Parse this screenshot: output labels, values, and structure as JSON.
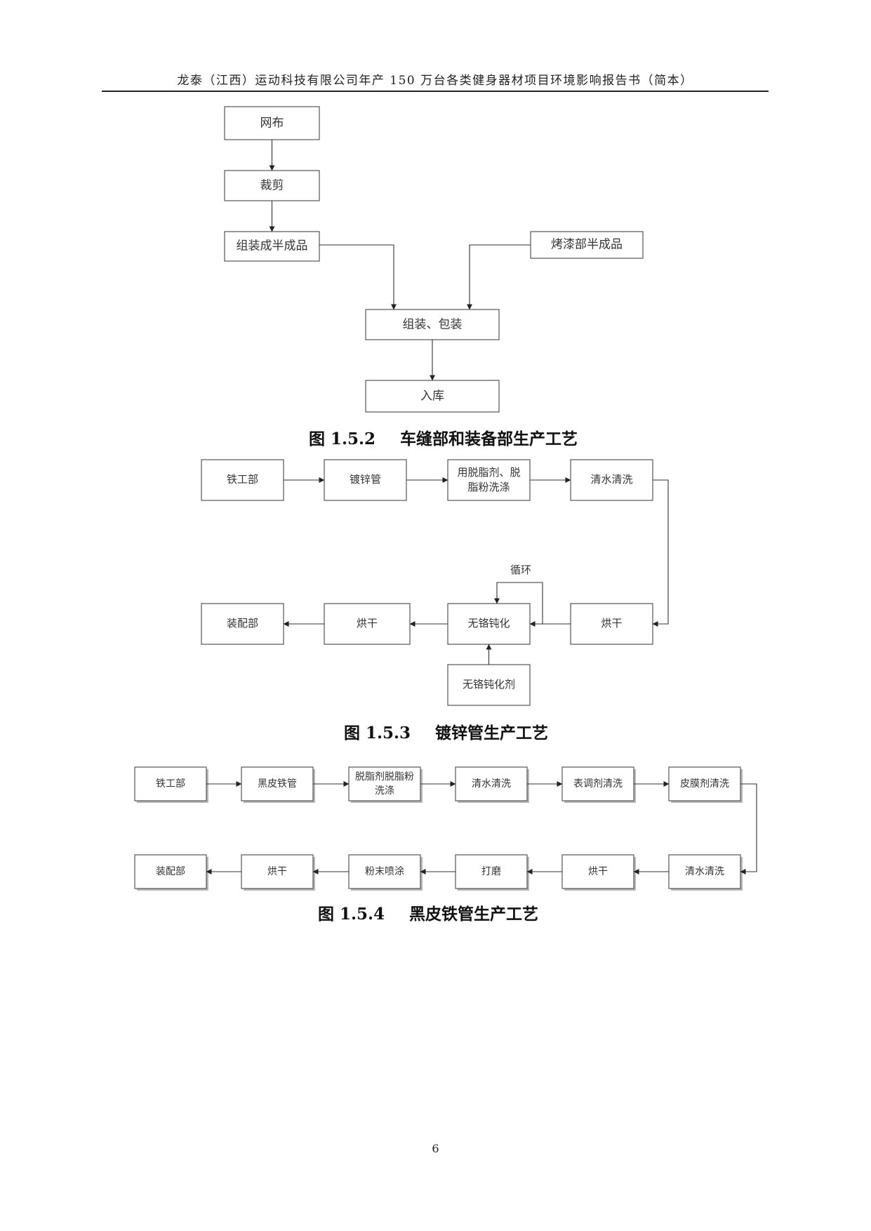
{
  "header": {
    "title": "龙泰（江西）运动科技有限公司年产 150 万台各类健身器材项目环境影响报告书（简本）"
  },
  "figure_2": {
    "caption_number": "图 1.5.2",
    "caption_title": "车缝部和装备部生产工艺",
    "nodes": {
      "mesh": "网布",
      "cutting": "裁剪",
      "assemble_semi": "组装成半成品",
      "paint_semi": "烤漆部半成品",
      "assemble_pack": "组装、包装",
      "warehouse": "入库"
    }
  },
  "figure_3": {
    "caption_number": "图 1.5.3",
    "caption_title": "镀锌管生产工艺",
    "nodes": {
      "iron_dept": "铁工部",
      "galv_pipe": "镀锌管",
      "degrease_line1": "用脱脂剂、脱",
      "degrease_line2": "脂粉洗涤",
      "water_wash": "清水清洗",
      "dry_right": "烘干",
      "passivation": "无铬钝化",
      "dry_left": "烘干",
      "assembly_dept": "装配部",
      "passivator": "无铬钝化剂"
    },
    "loop_label": "循环"
  },
  "figure_4": {
    "caption_number": "图 1.5.4",
    "caption_title": "黑皮铁管生产工艺",
    "nodes": {
      "iron_dept": "铁工部",
      "black_pipe": "黑皮铁管",
      "degrease_line1": "脱脂剂脱脂粉",
      "degrease_line2": "洗涤",
      "water_wash_1": "清水清洗",
      "surface_cond": "表调剂清洗",
      "film_agent": "皮膜剂清洗",
      "water_wash_2": "清水清洗",
      "dry_1": "烘干",
      "polish": "打磨",
      "powder_coat": "粉末喷涂",
      "dry_2": "烘干",
      "assembly_dept": "装配部"
    }
  },
  "page_number": "6"
}
